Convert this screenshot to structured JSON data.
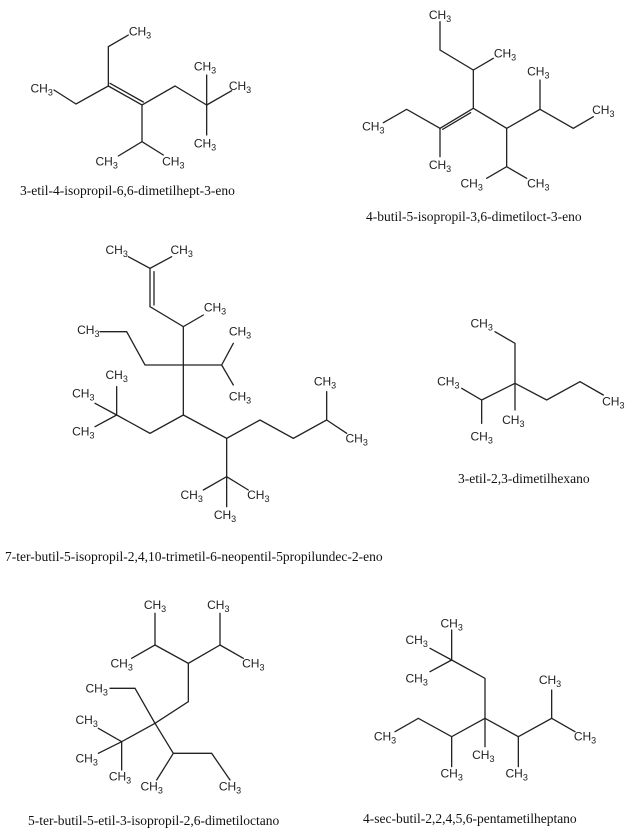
{
  "group_label": {
    "main": "CH",
    "sub": "3"
  },
  "molecules": [
    {
      "name": "3-etil-4-isopropil-6,6-dimetilhept-3-eno"
    },
    {
      "name": "4-butil-5-isopropil-3,6-dimetiloct-3-eno"
    },
    {
      "name": "7-ter-butil-5-isopropil-2,4,10-trimetil-6-neopentil-5propilundec-2-eno"
    },
    {
      "name": "3-etil-2,3-dimetilhexano"
    },
    {
      "name": "5-ter-butil-5-etil-3-isopropil-2,6-dimetiloctano"
    },
    {
      "name": "4-sec-butil-2,2,4,5,6-pentametilheptano"
    }
  ]
}
